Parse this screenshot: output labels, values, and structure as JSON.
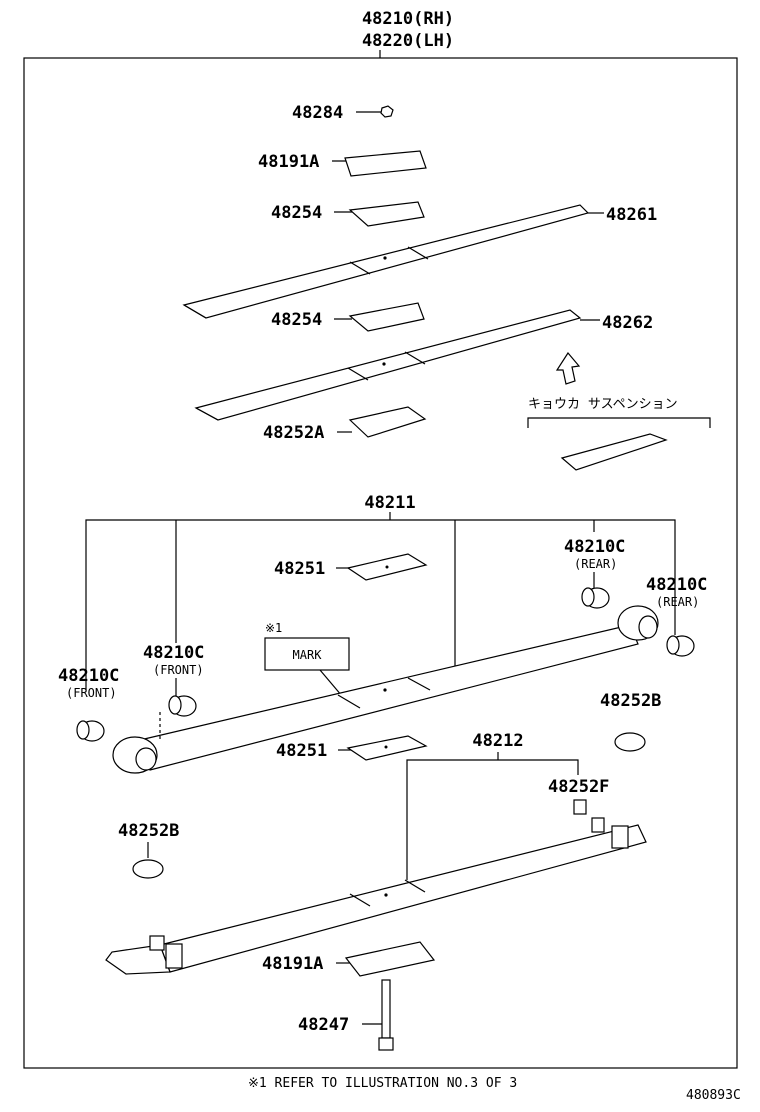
{
  "header": {
    "rh": "48210(RH)",
    "lh": "48220(LH)"
  },
  "parts": {
    "p48284": "48284",
    "p48191a_top": "48191A",
    "p48254_a": "48254",
    "p48261": "48261",
    "p48254_b": "48254",
    "p48262": "48262",
    "p48252a": "48252A",
    "p48211": "48211",
    "p48251_a": "48251",
    "p48210c_front_l": "48210C",
    "p48210c_front_r": "48210C",
    "p48210c_rear_l": "48210C",
    "p48210c_rear_r": "48210C",
    "p48252b_r": "48252B",
    "p48251_b": "48251",
    "p48212": "48212",
    "p48252f": "48252F",
    "p48252b_l": "48252B",
    "p48191a_bot": "48191A",
    "p48247": "48247"
  },
  "sub_labels": {
    "front": "(FRONT)",
    "rear": "(REAR)"
  },
  "japanese_note": "キョウカ サスペンション",
  "mark_ref": "※1",
  "mark_label": "MARK",
  "footnote": "※1  REFER TO ILLUSTRATION NO.3 OF 3",
  "diagram_code": "480893C"
}
